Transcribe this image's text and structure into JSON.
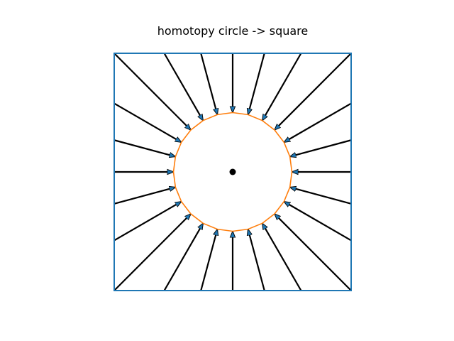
{
  "diagram": {
    "title": "homotopy circle -> square",
    "colors": {
      "square": "#1f77b4",
      "polygon": "#ff7f0e",
      "arrow_edge": "#000000",
      "arrow_fill": "#1f77b4",
      "center_dot": "#000000",
      "background": "#ffffff"
    },
    "num_arrows": 24,
    "inner_radius_ratio": 0.5
  }
}
